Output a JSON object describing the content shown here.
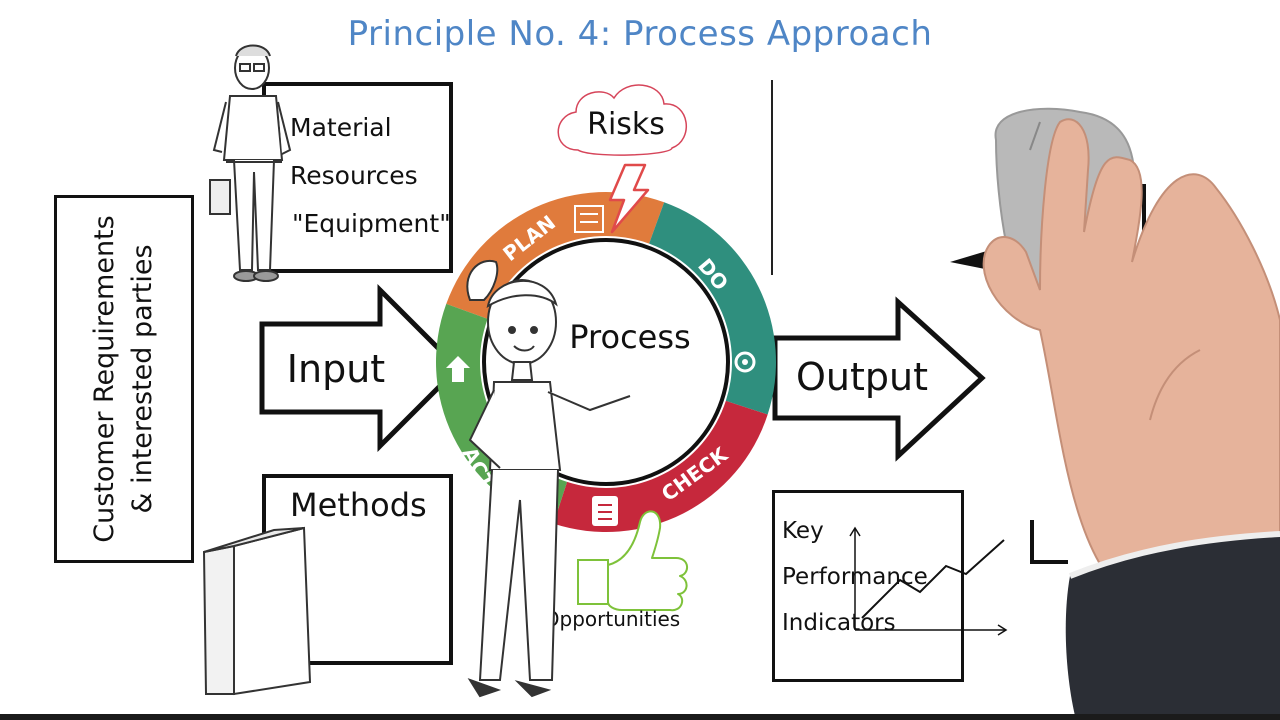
{
  "title": "Principle No. 4: Process Approach",
  "left_label": {
    "line1": "Customer Requirements",
    "line2": "& interested parties"
  },
  "resources_box": {
    "line1": "Material",
    "line2": "Resources",
    "line3": "\"Equipment\""
  },
  "methods_box": {
    "label": "Methods"
  },
  "input_arrow": {
    "label": "Input"
  },
  "output_arrow": {
    "label": "Output"
  },
  "process": {
    "label": "Process"
  },
  "cycle": {
    "plan": "PLAN",
    "do": "DO",
    "check": "CHECK",
    "act": "ACT",
    "colors": {
      "plan": "#e07b3c",
      "do": "#2f8f7e",
      "check": "#c6283c",
      "act": "#58a552"
    }
  },
  "risks": {
    "label": "Risks"
  },
  "opportunities": {
    "label": "Opportunities"
  },
  "kpi_box": {
    "line1": "Key",
    "line2": "Performance",
    "line3": "Indicators"
  }
}
